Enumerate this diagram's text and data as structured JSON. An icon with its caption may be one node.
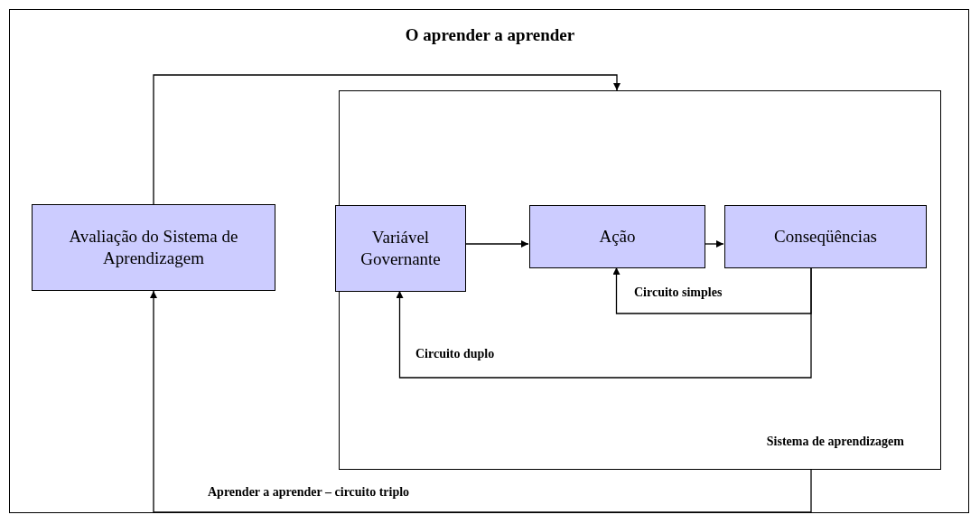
{
  "diagram": {
    "title": "O aprender a aprender",
    "nodes": [
      {
        "text": [
          "Avaliação do Sistema de Aprendizagem"
        ]
      },
      {
        "text": [
          "Sistema de aprendizagem"
        ]
      },
      {
        "text": [
          "Variável Governante"
        ],
        "in": 1
      },
      {
        "text": [
          "Ação"
        ],
        "in": 1
      },
      {
        "text": [
          "Conseqüências"
        ],
        "in": 1
      }
    ],
    "edges": [
      {
        "from": 0,
        "to": 1,
        "arrow": "to"
      },
      {
        "from": 1,
        "to": 0,
        "arrow": "to",
        "label": "Aprender a aprender – circuito triplo"
      },
      {
        "from": 2,
        "to": 3,
        "arrow": "to"
      },
      {
        "from": 3,
        "to": 4,
        "arrow": "to"
      },
      {
        "from": 4,
        "to": 3,
        "arrow": "to",
        "label": "Circuito simples"
      },
      {
        "from": 4,
        "to": 2,
        "arrow": "to",
        "label": "Circuito duplo"
      }
    ]
  }
}
